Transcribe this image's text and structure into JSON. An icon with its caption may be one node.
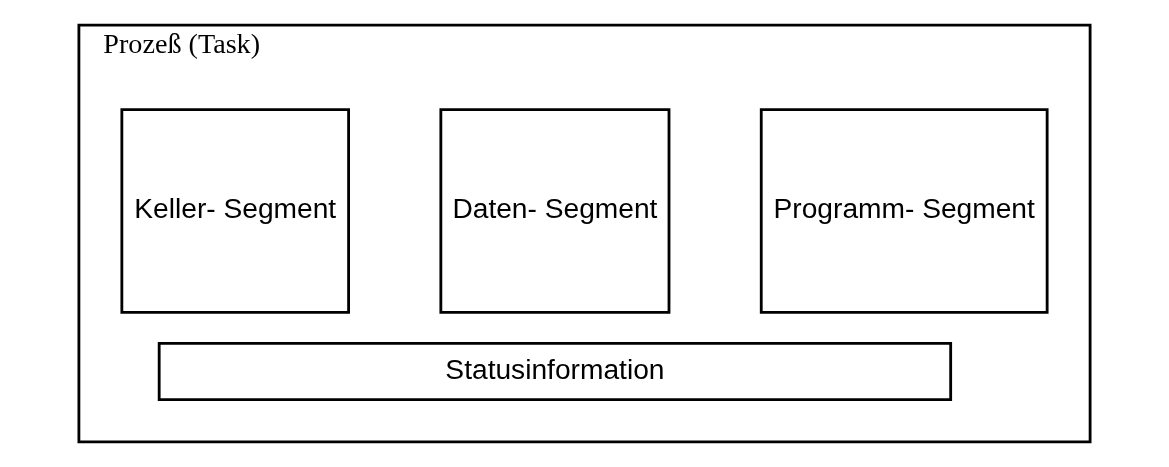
{
  "diagram": {
    "nodes": [
      {
        "text": [
          "Prozeß (Task)"
        ]
      },
      {
        "text": [
          "Programm- Segment"
        ],
        "in": 0
      },
      {
        "text": [
          "Daten- Segment"
        ],
        "in": 0
      },
      {
        "text": [
          "Keller- Segment"
        ],
        "in": 0
      },
      {
        "text": [
          "Statusinformation"
        ],
        "in": 0
      }
    ],
    "edges": []
  }
}
